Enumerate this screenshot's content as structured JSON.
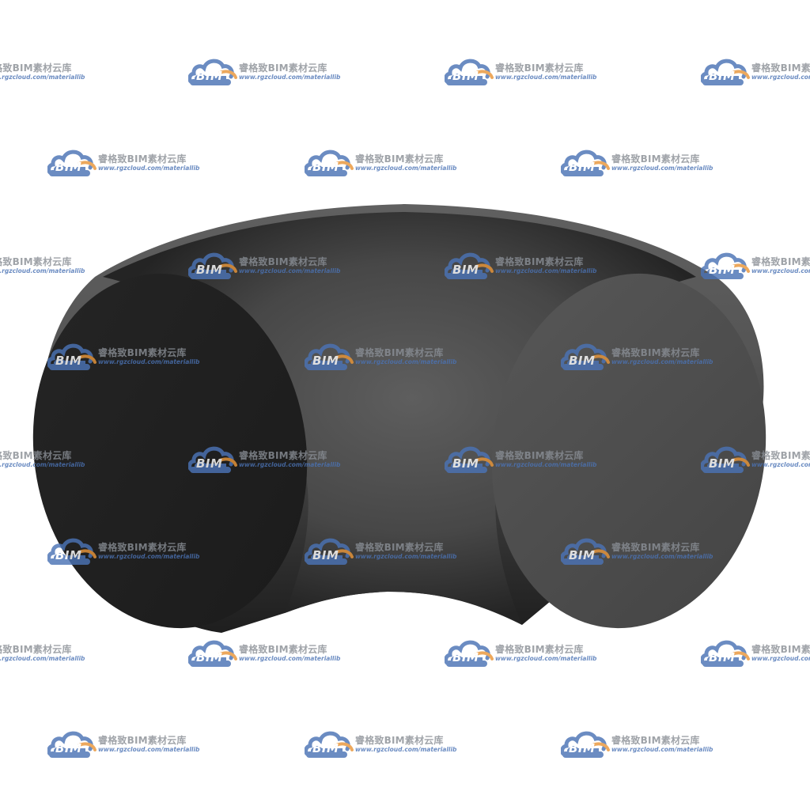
{
  "watermark": {
    "logo_text": "BIM",
    "title": "睿格致BIM素材云库",
    "url": "www.rgzcloud.com/materiallib",
    "logo_icon": "cloud-logo-icon"
  },
  "colors": {
    "background": "#ffffff",
    "pipe_dark": "#1f1f1f",
    "pipe_mid": "#4a4a4a",
    "pipe_light": "#5c5c5c",
    "watermark_blue": "#4b73b5",
    "watermark_orange": "#e8963a",
    "watermark_gray": "#8a8f96"
  }
}
